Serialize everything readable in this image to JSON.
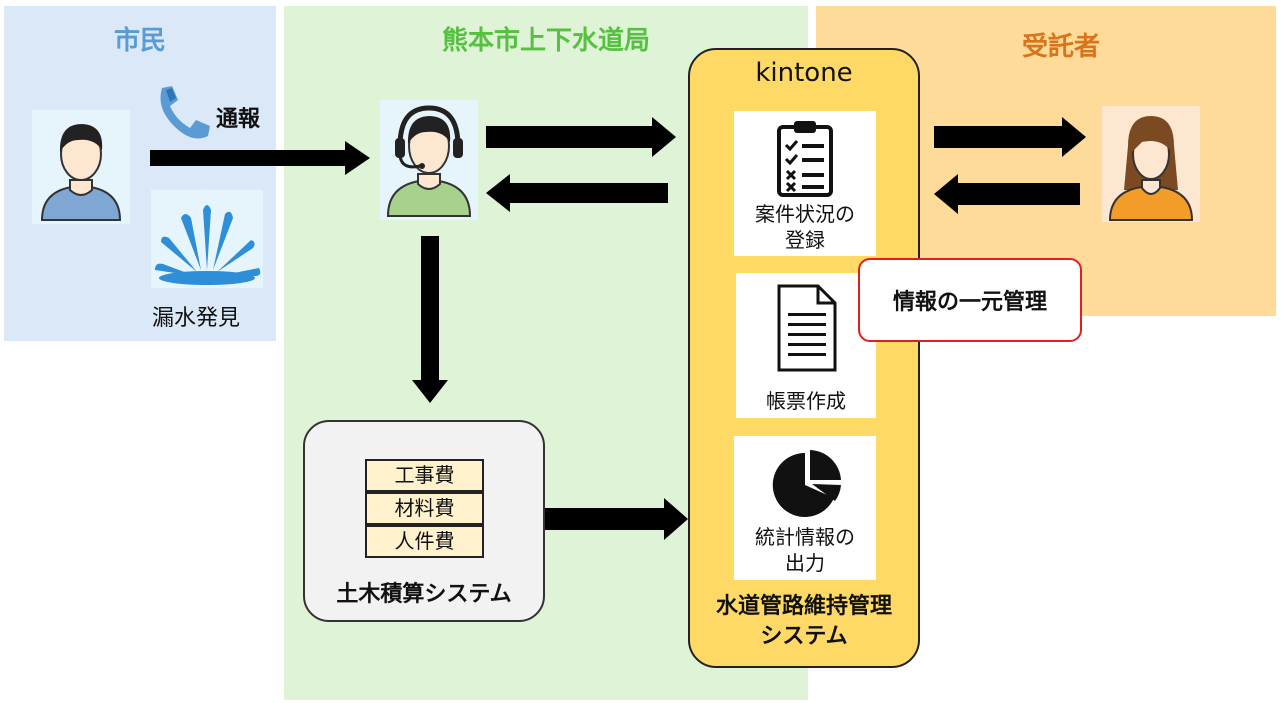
{
  "lanes": {
    "citizen": "市民",
    "bureau": "熊本市上下水道局",
    "contractor": "受託者"
  },
  "citizen": {
    "report": "通報",
    "leak": "漏水発見"
  },
  "kintone": {
    "title": "kintone",
    "cards": [
      {
        "label_line1": "案件状況の",
        "label_line2": "登録"
      },
      {
        "label_line1": "帳票作成",
        "label_line2": ""
      },
      {
        "label_line1": "統計情報の",
        "label_line2": "出力"
      }
    ],
    "system_line1": "水道管路維持管理",
    "system_line2": "システム"
  },
  "unified_management": "情報の一元管理",
  "civil_system": {
    "items": [
      "工事費",
      "材料費",
      "人件費"
    ],
    "label": "土木積算システム"
  },
  "colors": {
    "citizen_title": "#5b9bd5",
    "bureau_title": "#56c141",
    "contractor_title": "#d9731c",
    "kintone_fill": "#ffd966",
    "callout_border": "#e02020"
  }
}
